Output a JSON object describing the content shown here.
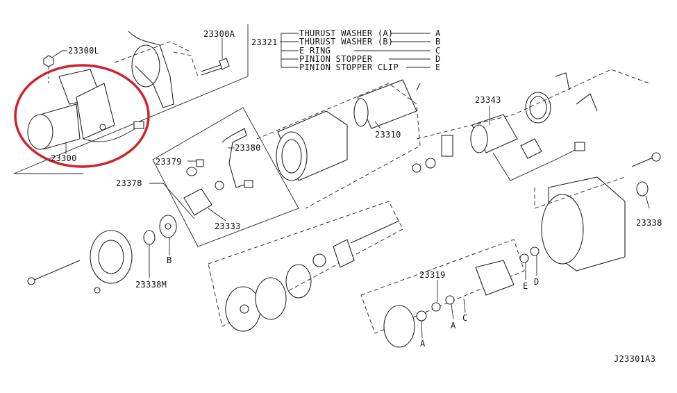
{
  "diagram": {
    "reference_code": "J23301A3",
    "highlight_color": "#d0202a",
    "part_labels": {
      "bolt": "23300A",
      "nut": "23300L",
      "starter_assembly": "23300",
      "kit": "23321",
      "magnetic_switch": "23343",
      "yoke": "23310",
      "brush_set": "23380",
      "brush_spring": "23379",
      "brush_holder": "23378",
      "brush_holder_assembly": "23333",
      "bushing": "23338",
      "rear_cover": "23338M",
      "clutch": "23319"
    },
    "legend": [
      {
        "name": "THURUST WASHER (A)",
        "key": "A"
      },
      {
        "name": "THURUST WASHER (B)",
        "key": "B"
      },
      {
        "name": "E RING",
        "key": "C"
      },
      {
        "name": "PINION STOPPER",
        "key": "D"
      },
      {
        "name": "PINION STOPPER CLIP",
        "key": "E"
      }
    ],
    "callouts": {
      "b": "B",
      "e": "E",
      "d": "D",
      "a1": "A",
      "c": "C",
      "a2": "A"
    }
  }
}
